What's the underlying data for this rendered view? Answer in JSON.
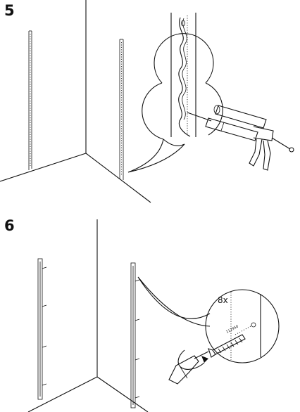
{
  "steps": [
    {
      "number": "5"
    },
    {
      "number": "6"
    }
  ],
  "screw_quantity": "8x",
  "screw_label": "112950"
}
